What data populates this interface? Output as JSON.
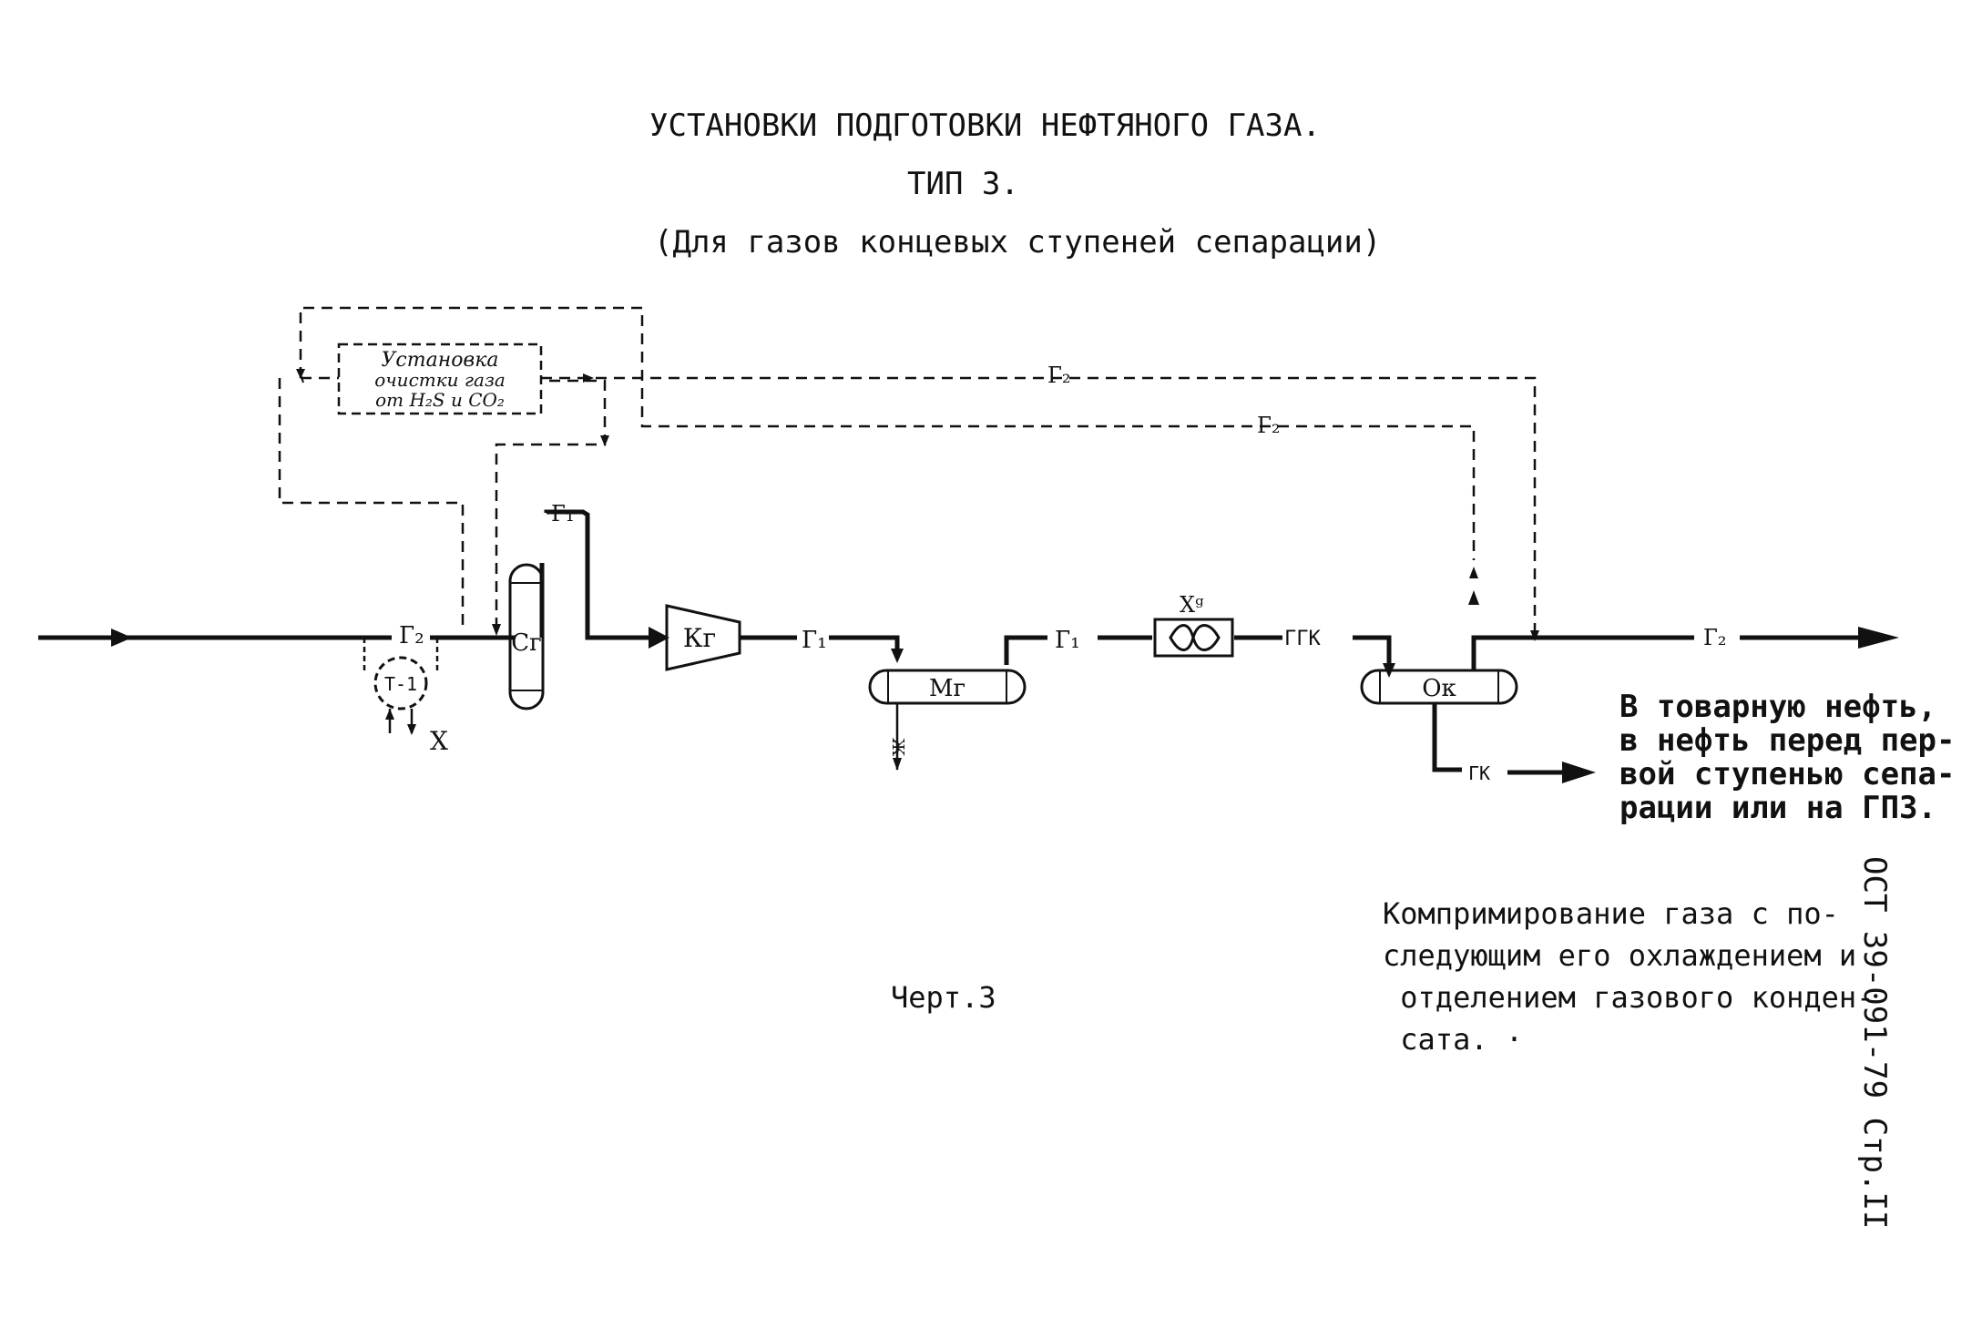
{
  "header": {
    "title": "УСТАНОВКИ ПОДГОТОВКИ НЕФТЯНОГО ГАЗА.",
    "type": "ТИП 3.",
    "subtitle": "(Для газов концевых ступеней сепарации)"
  },
  "diagram": {
    "treatment_unit_lines": [
      "Установка",
      "очистки газа",
      "от H₂S и CO₂"
    ],
    "labels": {
      "g2_top": "Г₂",
      "g2_second": "Г₂",
      "g2_inlet": "Г₂",
      "g1_top": "Г₁",
      "g1_after_compressor": "Г₁",
      "g1_after_mixer": "Г₁",
      "ggk": "ГГК",
      "g2_outlet": "Г₂",
      "gk": "ГК",
      "heat_exchanger_coolant": "Х",
      "water_out": "Ж",
      "air_cooler": "Хᵍ",
      "heat_exchanger": "Т-1",
      "separator": "Сг",
      "compressor": "Кг",
      "mixer": "Мг",
      "settler": "Ок"
    }
  },
  "destination_note": "В товарную нефть,\nв нефть перед пер-\nвой ступенью сепа-\nрации или на ГПЗ.",
  "caption": "Черт.3",
  "description": "Компримирование газа с по-\nследующим его охлаждением и\n отделением газового конден-\n сата. ·",
  "side_reference": "ОСТ 39-091-79   Стр.II"
}
